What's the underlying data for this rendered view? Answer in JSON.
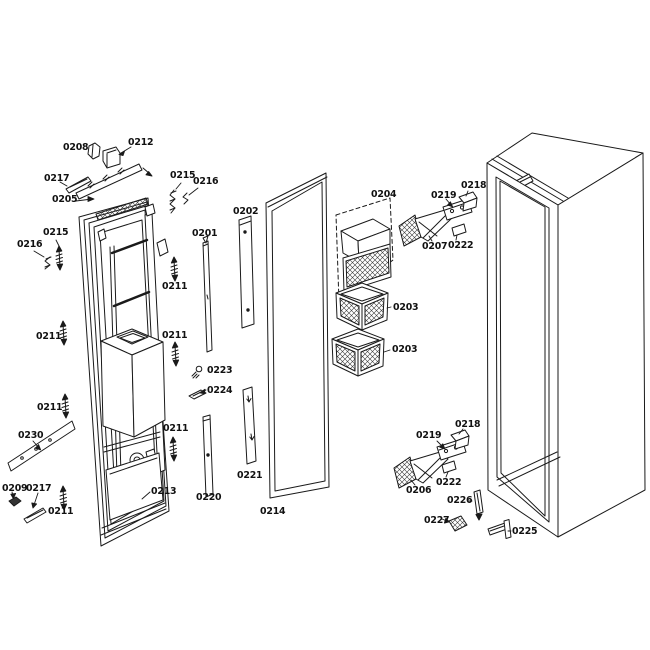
{
  "figure": {
    "type": "exploded-parts-diagram",
    "subject": "refrigerator freezer door assembly and cabinet"
  },
  "colors": {
    "background": "#ffffff",
    "line": "#1a1a1a",
    "label_text": "#111111"
  },
  "labels": [
    {
      "text": "0208"
    },
    {
      "text": "0212"
    },
    {
      "text": "0217"
    },
    {
      "text": "0205"
    },
    {
      "text": "0215"
    },
    {
      "text": "0216"
    },
    {
      "text": "0215"
    },
    {
      "text": "0216"
    },
    {
      "text": "0202"
    },
    {
      "text": "0201"
    },
    {
      "text": "0204"
    },
    {
      "text": "0219"
    },
    {
      "text": "0218"
    },
    {
      "text": "0207"
    },
    {
      "text": "0222"
    },
    {
      "text": "0211"
    },
    {
      "text": "0211"
    },
    {
      "text": "0203"
    },
    {
      "text": "0211"
    },
    {
      "text": "0203"
    },
    {
      "text": "0223"
    },
    {
      "text": "0224"
    },
    {
      "text": "0211"
    },
    {
      "text": "0230"
    },
    {
      "text": "0211"
    },
    {
      "text": "0219"
    },
    {
      "text": "0218"
    },
    {
      "text": "0209"
    },
    {
      "text": "0217"
    },
    {
      "text": "0222"
    },
    {
      "text": "0206"
    },
    {
      "text": "0226"
    },
    {
      "text": "0213"
    },
    {
      "text": "0220"
    },
    {
      "text": "0221"
    },
    {
      "text": "0214"
    },
    {
      "text": "0227"
    },
    {
      "text": "0211"
    },
    {
      "text": "0225"
    }
  ]
}
